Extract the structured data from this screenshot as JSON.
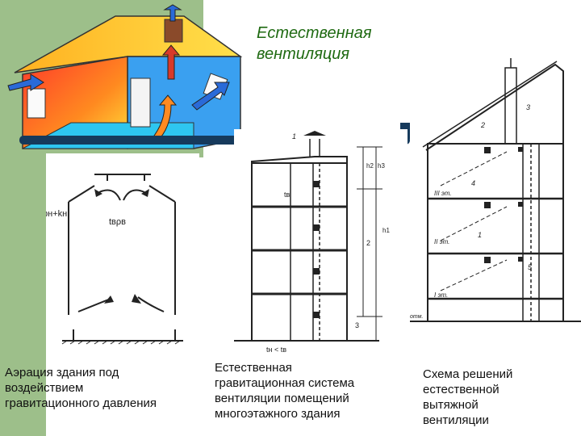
{
  "title": {
    "line1": "Естественная",
    "line2": "вентиляция"
  },
  "captions": {
    "left": [
      "Аэрация здания под",
      "воздействием",
      "гравитационного давления"
    ],
    "middle": [
      "Естественная",
      "гравитационная система",
      "вентиляции помещений",
      "многоэтажного здания"
    ],
    "right": [
      "Схема решений",
      "естественной",
      "вытяжной",
      "вентиляции"
    ]
  },
  "labels": {
    "aeration_p_left": "pн+kн",
    "aeration_t_inside": "tвρв",
    "middle_t_inside": "tв",
    "middle_t_bottom": "tн < tв",
    "middle_num_1": "1",
    "middle_num_2": "2",
    "middle_num_3": "3",
    "middle_h1": "h1",
    "middle_h2": "h2",
    "middle_h3": "h3",
    "right_num_1": "1",
    "right_num_2": "2",
    "right_num_3": "3",
    "right_num_4": "4",
    "right_num_5": "5",
    "right_floor_3": "III эт.",
    "right_floor_2": "II эт.",
    "right_floor_1": "I эт.",
    "right_ground": "отм."
  },
  "colors": {
    "title": "#1f6a12",
    "divider": "#163a5c",
    "band": "#9dbf8a"
  }
}
